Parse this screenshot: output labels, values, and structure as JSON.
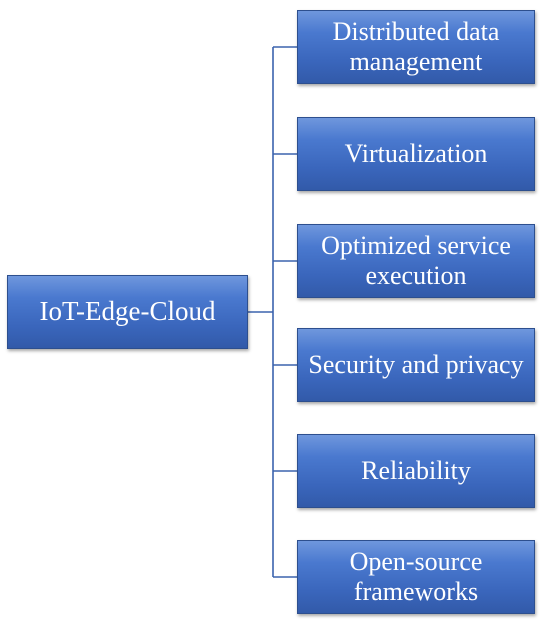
{
  "diagram": {
    "root": {
      "label": "IoT-Edge-Cloud"
    },
    "children": [
      {
        "label": "Distributed data\nmanagement"
      },
      {
        "label": "Virtualization"
      },
      {
        "label": "Optimized service\nexecution"
      },
      {
        "label": "Security and privacy"
      },
      {
        "label": "Reliability"
      },
      {
        "label": "Open-source\nframeworks"
      }
    ]
  },
  "colors": {
    "node_fill": "#3a66bc",
    "node_border": "#2d4f8e",
    "connector": "#3b63ad",
    "text": "#ffffff"
  }
}
